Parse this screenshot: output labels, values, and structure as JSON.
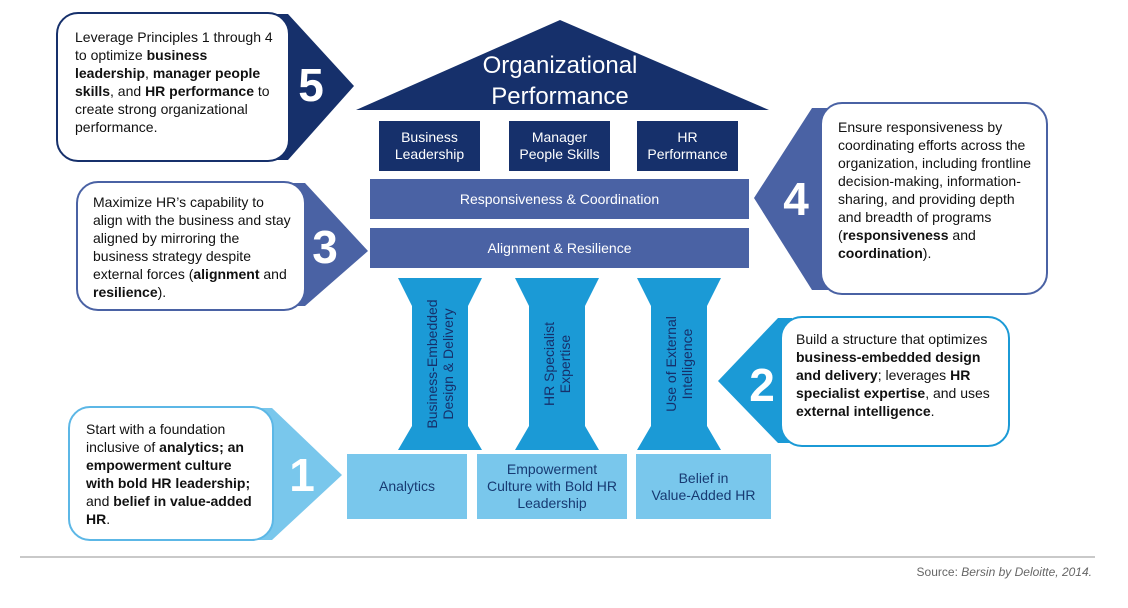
{
  "roof": {
    "title_line1": "Organizational",
    "title_line2": "Performance"
  },
  "outcomes": [
    {
      "line1": "Business",
      "line2": "Leadership"
    },
    {
      "line1": "Manager",
      "line2": "People Skills"
    },
    {
      "line1": "HR",
      "line2": "Performance"
    }
  ],
  "bands": {
    "upper": "Responsiveness & Coordination",
    "lower": "Alignment & Resilience"
  },
  "pillars": [
    {
      "line1": "Business-Embedded",
      "line2": "Design & Delivery"
    },
    {
      "line1": "HR Specialist",
      "line2": "Expertise"
    },
    {
      "line1": "Use of External",
      "line2": "Intelligence"
    }
  ],
  "foundation": [
    {
      "line1": "Analytics"
    },
    {
      "line1": "Empowerment",
      "line2": "Culture with Bold HR",
      "line3": "Leadership"
    },
    {
      "line1": "Belief in",
      "line2": "Value-Added HR"
    }
  ],
  "callouts": {
    "c5": {
      "number": "5",
      "t1": "Leverage Principles 1 through 4 to optimize ",
      "b1": "business leadership",
      "t2": ", ",
      "b2": "manager people skills",
      "t3": ", and ",
      "b3": "HR performance",
      "t4": " to create strong organizational performance."
    },
    "c3": {
      "number": "3",
      "t1": "Maximize HR’s capability to align with the business and stay aligned by mirroring the business strategy despite external forces (",
      "b1": "alignment",
      "t2": " and ",
      "b2": "resilience",
      "t3": ")."
    },
    "c4": {
      "number": "4",
      "t1": "Ensure responsiveness by coordinating efforts across the organization, including frontline decision-making, information-sharing, and providing depth and breadth of programs (",
      "b1": "responsiveness",
      "t2": " and ",
      "b2": "coordination",
      "t3": ")."
    },
    "c2": {
      "number": "2",
      "t1": "Build a structure that optimizes ",
      "b1": "business-embedded design and delivery",
      "t2": "; leverages ",
      "b2": "HR specialist expertise",
      "t3": ", and uses ",
      "b3": "external intelligence",
      "t4": "."
    },
    "c1": {
      "number": "1",
      "t1": "Start with a foundation inclusive of ",
      "b1": "analytics; an empowerment culture with bold HR leadership;",
      "t2": " and ",
      "b2": "belief in value-added HR",
      "t3": "."
    }
  },
  "source": {
    "prefix": "Source: ",
    "italic": "Bersin by Deloitte, 2014."
  },
  "colors": {
    "navy": "#16306b",
    "band": "#4a62a4",
    "pillar": "#1b9ad6",
    "foundation": "#79c7ec",
    "callout_light": "#5cb7e6"
  }
}
